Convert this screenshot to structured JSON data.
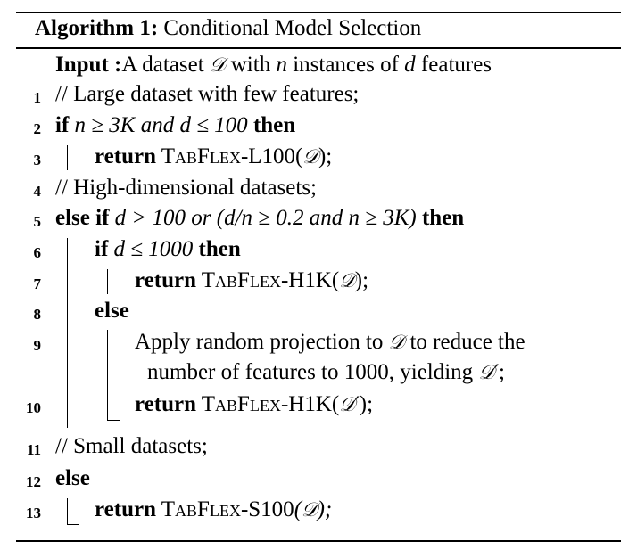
{
  "algorithm": {
    "label": "Algorithm 1:",
    "title": "Conditional Model Selection"
  },
  "input": {
    "keyword": "Input :",
    "text_a": "A dataset ",
    "D": "𝒟",
    "text_b": " with ",
    "n": "n",
    "text_c": " instances of ",
    "d": "d",
    "text_d": " features"
  },
  "lines": {
    "l1": {
      "num": "1",
      "comment": "// Large dataset with few features;"
    },
    "l2": {
      "num": "2",
      "kw_if": "if",
      "cond_a": " n ≥ 3",
      "K": "K",
      "and": " and ",
      "cond_b": "d ≤ 100",
      "kw_then": " then"
    },
    "l3": {
      "num": "3",
      "kw_return": "return",
      "model_a": " TabFlex",
      "model_b": "-L100(",
      "D": "𝒟",
      "end": ");"
    },
    "l4": {
      "num": "4",
      "comment": "// High-dimensional datasets;"
    },
    "l5": {
      "num": "5",
      "kw_elseif": "else if",
      "cond_a": " d > 100 ",
      "or": "or",
      "cond_b": " (d/n ≥ 0.2 ",
      "and": "and",
      "cond_c": " n ≥ 3K)",
      "kw_then": " then"
    },
    "l6": {
      "num": "6",
      "kw_if": "if",
      "cond": " d ≤ 1000",
      "kw_then": " then"
    },
    "l7": {
      "num": "7",
      "kw_return": "return",
      "model_a": " TabFlex",
      "model_b": "-H1K(",
      "D": "𝒟",
      "end": ");"
    },
    "l8": {
      "num": "8",
      "kw_else": "else"
    },
    "l9": {
      "num": "9",
      "text_a": "Apply random projection to ",
      "D": "𝒟",
      "text_b": " to reduce the",
      "text_c": "number of features to 1000, yielding ",
      "Dp": "𝒟′",
      "text_d": ";"
    },
    "l10": {
      "num": "10",
      "kw_return": "return",
      "model_a": " TabFlex",
      "model_b": "-H1K(",
      "D": "𝒟′",
      "end": ");"
    },
    "l11": {
      "num": "11",
      "comment": "// Small datasets;"
    },
    "l12": {
      "num": "12",
      "kw_else": "else"
    },
    "l13": {
      "num": "13",
      "kw_return": "return",
      "model_a": " TabFlex",
      "model_b": "-S100",
      "paren_open": "(",
      "D": "𝒟",
      "end": ");"
    }
  }
}
